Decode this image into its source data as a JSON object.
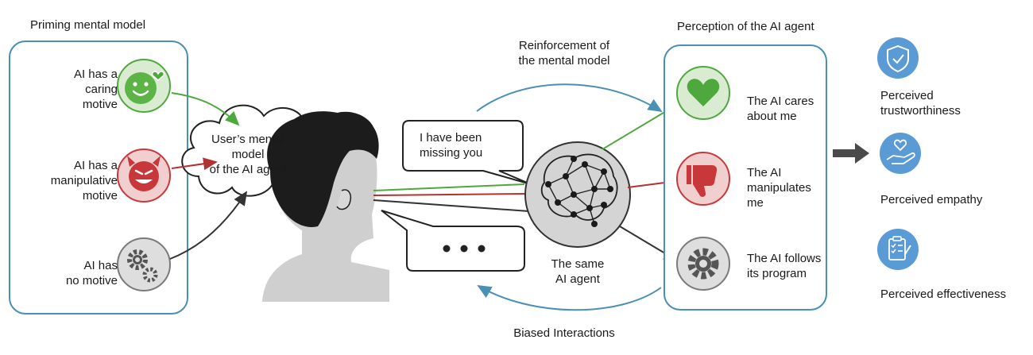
{
  "priming": {
    "title": "Priming mental model",
    "caring": "AI has a\ncaring\nmotive",
    "manipulative": "AI has a\nmanipulative\nmotive",
    "none": "AI has\nno motive"
  },
  "mental_model": "User’s mental\nmodel\nof the AI agent",
  "reinforcement": "Reinforcement of\nthe mental model",
  "biased": "Biased Interactions",
  "bubble_message": "I have been\nmissing you",
  "same_agent": "The same\nAI agent",
  "perception": {
    "title": "Perception of the AI agent",
    "cares": "The AI cares\nabout me",
    "manipulates": "The AI\nmanipulates me",
    "follows": "The AI follows\nits program"
  },
  "outcomes": {
    "trust": "Perceived\ntrustworthiness",
    "empathy": "Perceived empathy",
    "effectiveness": "Perceived effectiveness"
  },
  "colors": {
    "green": "#4fa83d",
    "red": "#c8383a",
    "gray": "#7a7a7a",
    "teal_border": "#4a8fb5",
    "blue_icon": "#5b9bd5",
    "dark": "#1a1a1a"
  }
}
